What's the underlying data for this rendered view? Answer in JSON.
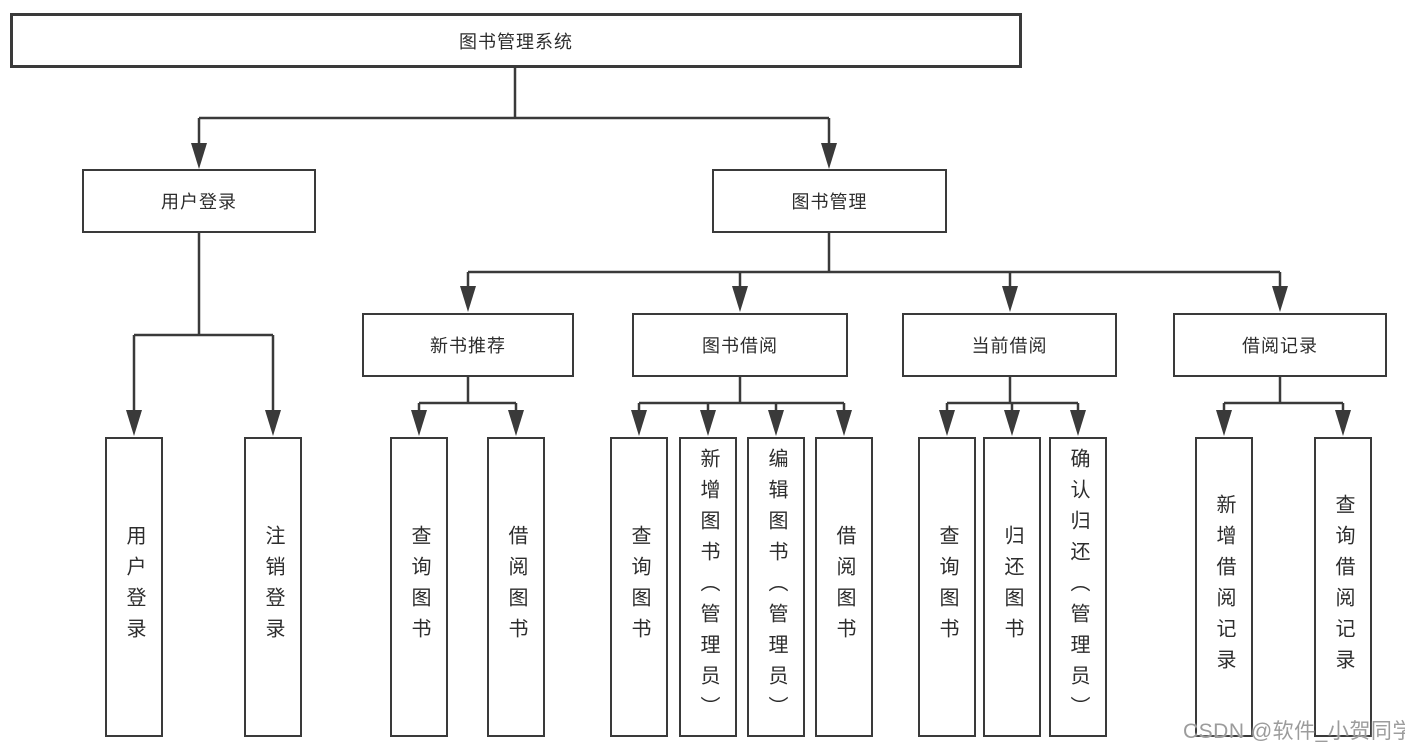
{
  "tree": {
    "root": {
      "label": "图书管理系统",
      "children": [
        {
          "label": "用户登录",
          "children": [
            {
              "label": "用户登录"
            },
            {
              "label": "注销登录"
            }
          ]
        },
        {
          "label": "图书管理",
          "children": [
            {
              "label": "新书推荐",
              "children": [
                {
                  "label": "查询图书"
                },
                {
                  "label": "借阅图书"
                }
              ]
            },
            {
              "label": "图书借阅",
              "children": [
                {
                  "label": "查询图书"
                },
                {
                  "label": "新增图书（管理员）"
                },
                {
                  "label": "编辑图书（管理员）"
                },
                {
                  "label": "借阅图书"
                }
              ]
            },
            {
              "label": "当前借阅",
              "children": [
                {
                  "label": "查询图书"
                },
                {
                  "label": "归还图书"
                },
                {
                  "label": "确认归还（管理员）"
                }
              ]
            },
            {
              "label": "借阅记录",
              "children": [
                {
                  "label": "新增借阅记录"
                },
                {
                  "label": "查询借阅记录"
                }
              ]
            }
          ]
        }
      ]
    }
  },
  "watermark": {
    "text": "CSDN @软件_小贺同学"
  },
  "colors": {
    "background": "#ffffff",
    "line": "#3a3a3a",
    "box_border": "#3a3a3a",
    "text": "#2d2d2d",
    "watermark": "#9c9c9c"
  }
}
